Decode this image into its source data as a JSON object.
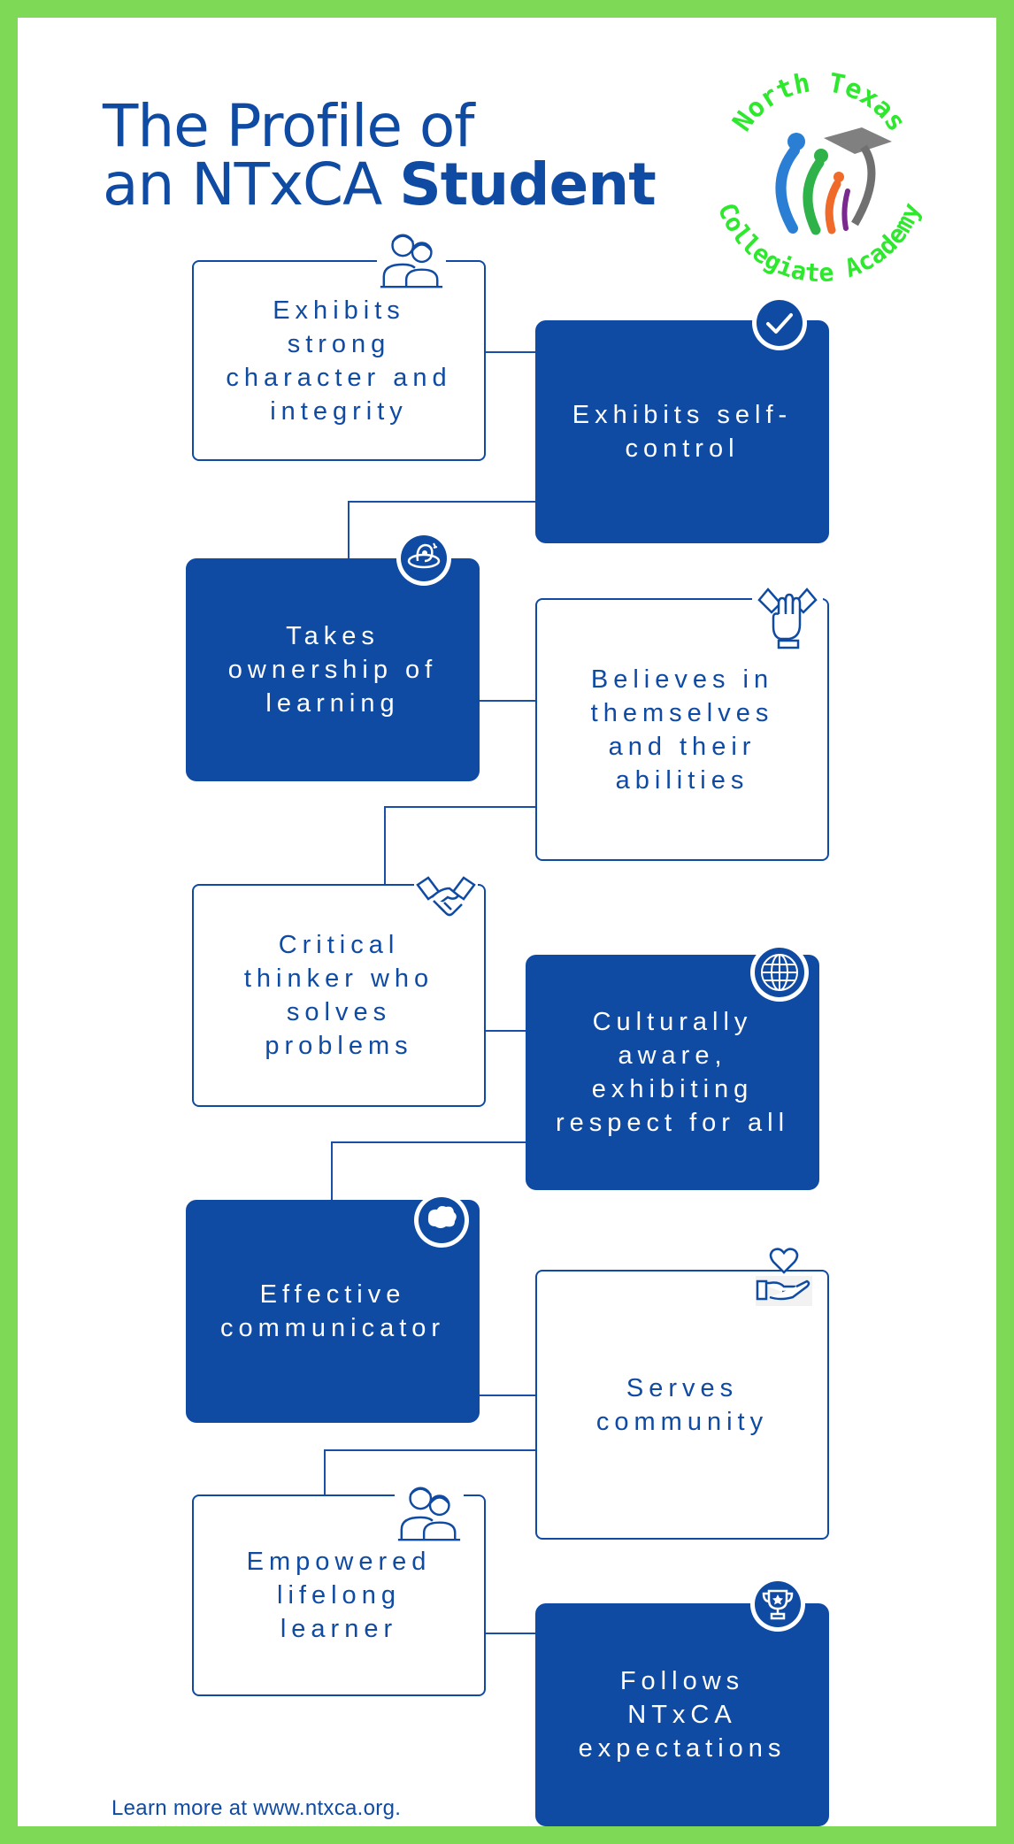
{
  "title": {
    "line1": "The Profile of",
    "line2_prefix": "an NTxCA ",
    "line2_bold": "Student"
  },
  "logo": {
    "text_top": "North Texas",
    "text_bottom": "Collegiate Academy",
    "text_color": "#2ee82e"
  },
  "cards": [
    {
      "label": "Exhibits strong character and integrity",
      "icon": "friends-icon"
    },
    {
      "label": "Exhibits self-control",
      "icon": "checkmark-icon"
    },
    {
      "label": "Takes ownership of learning",
      "icon": "brain-icon"
    },
    {
      "label": "Believes in themselves and their abilities",
      "icon": "hands-together-icon"
    },
    {
      "label": "Critical thinker who solves problems",
      "icon": "handshake-icon"
    },
    {
      "label": "Culturally aware, exhibiting respect for all",
      "icon": "globe-icon"
    },
    {
      "label": "Effective communicator",
      "icon": "speech-bubble-icon"
    },
    {
      "label": "Serves community",
      "icon": "heart-hand-icon"
    },
    {
      "label": "Empowered lifelong learner",
      "icon": "friends-icon"
    },
    {
      "label": "Follows NTxCA expectations",
      "icon": "trophy-icon"
    }
  ],
  "footer": "Learn more at www.ntxca.org.",
  "colors": {
    "primary": "#0f4aa3",
    "border": "#7ed957",
    "background": "#ffffff"
  }
}
